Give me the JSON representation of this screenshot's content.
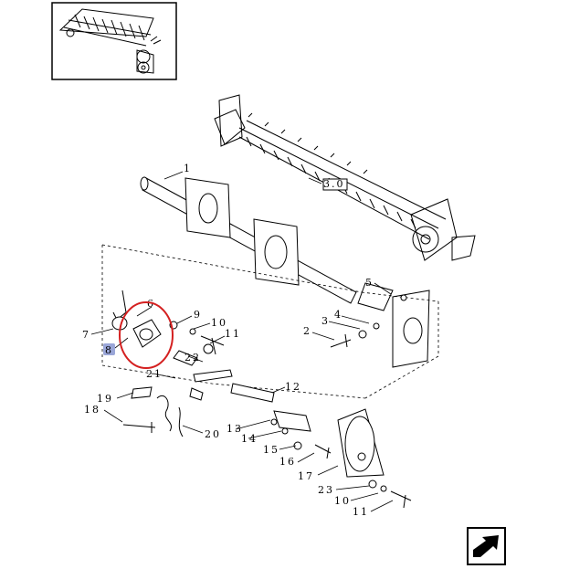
{
  "callouts": {
    "c1": "1",
    "c30": "3.0",
    "c5": "5",
    "c2a": "2",
    "c3": "3",
    "c4": "4",
    "c6": "6",
    "c7": "7",
    "c8": "8",
    "c9": "9",
    "c10a": "10",
    "c11a": "11",
    "c21": "21",
    "c22": "22",
    "c12": "12",
    "c19": "19",
    "c18": "18",
    "c20": "20",
    "c13": "13",
    "c14": "14",
    "c15": "15",
    "c16": "16",
    "c17": "17",
    "c23": "23",
    "c10b": "10",
    "c11b": "11"
  },
  "highlight": {
    "part": "8",
    "color": "#d42020"
  },
  "nav": {
    "icon": "next-page-arrow-icon"
  }
}
